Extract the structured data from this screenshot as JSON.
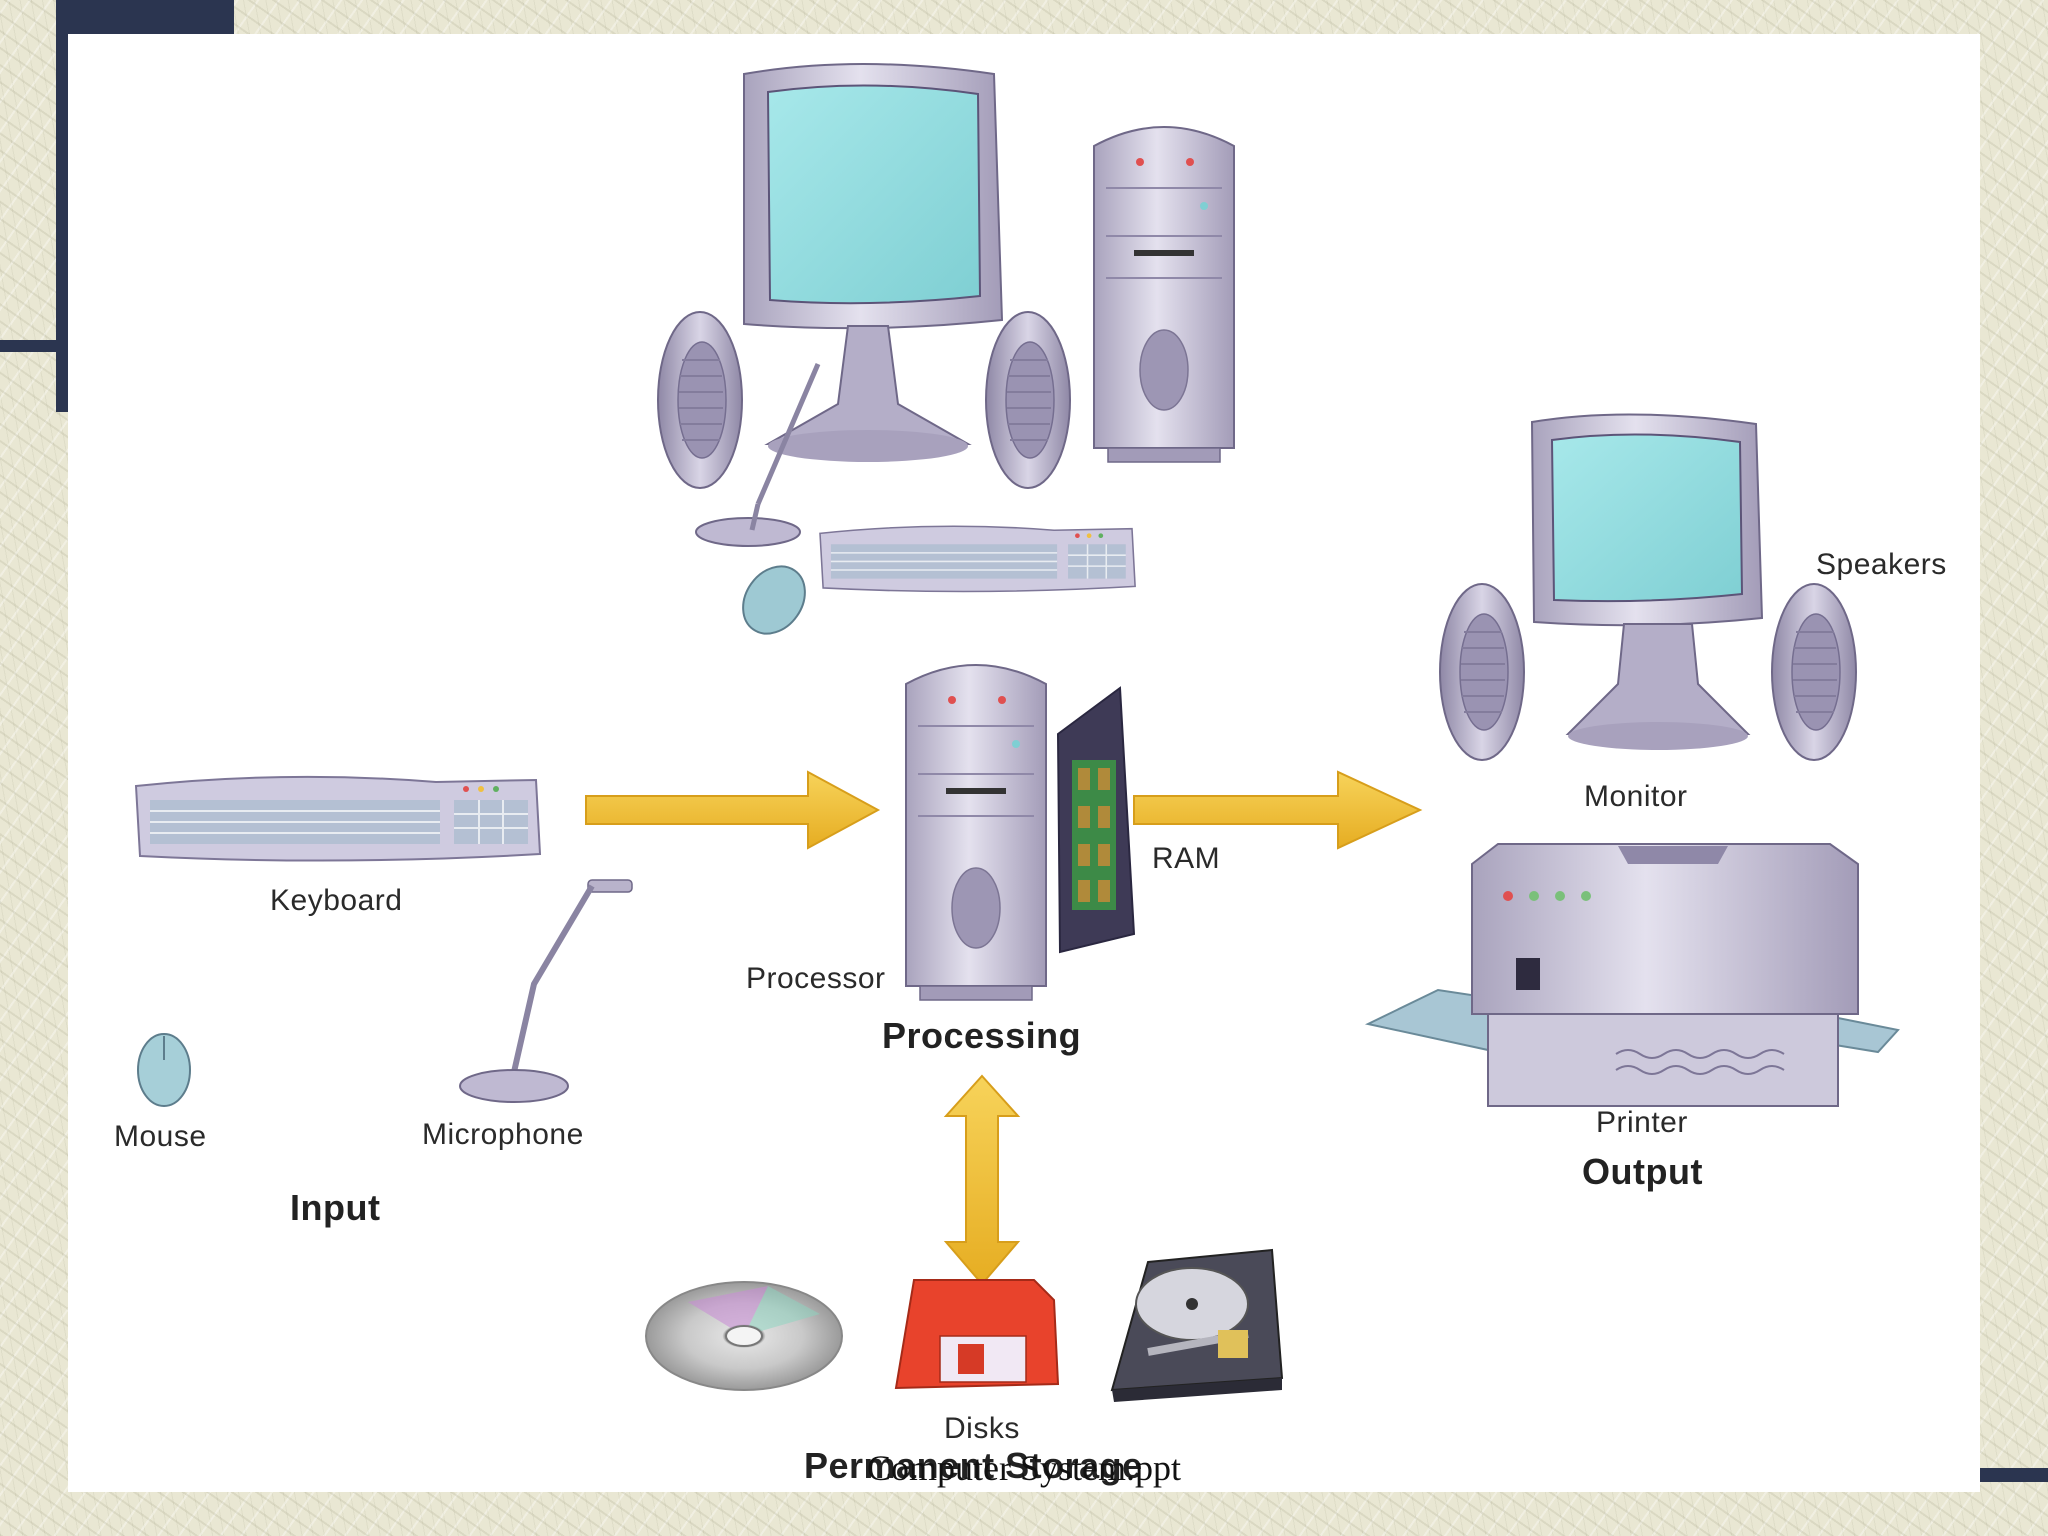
{
  "diagram": {
    "input": {
      "heading": "Input",
      "keyboard_label": "Keyboard",
      "mouse_label": "Mouse",
      "microphone_label": "Microphone"
    },
    "processing": {
      "heading": "Processing",
      "processor_label": "Processor",
      "ram_label": "RAM"
    },
    "output": {
      "heading": "Output",
      "speakers_label": "Speakers",
      "monitor_label": "Monitor",
      "printer_label": "Printer"
    },
    "storage": {
      "heading": "Permanent Storage",
      "disks_label": "Disks"
    }
  },
  "footer": {
    "text": "Computer System.ppt"
  },
  "colors": {
    "arrow": "#f2c43a",
    "arrow_edge": "#d79e1b",
    "screen": "#8fdcde",
    "case": "#c9c4d8",
    "slide_accent": "#2b3550"
  }
}
